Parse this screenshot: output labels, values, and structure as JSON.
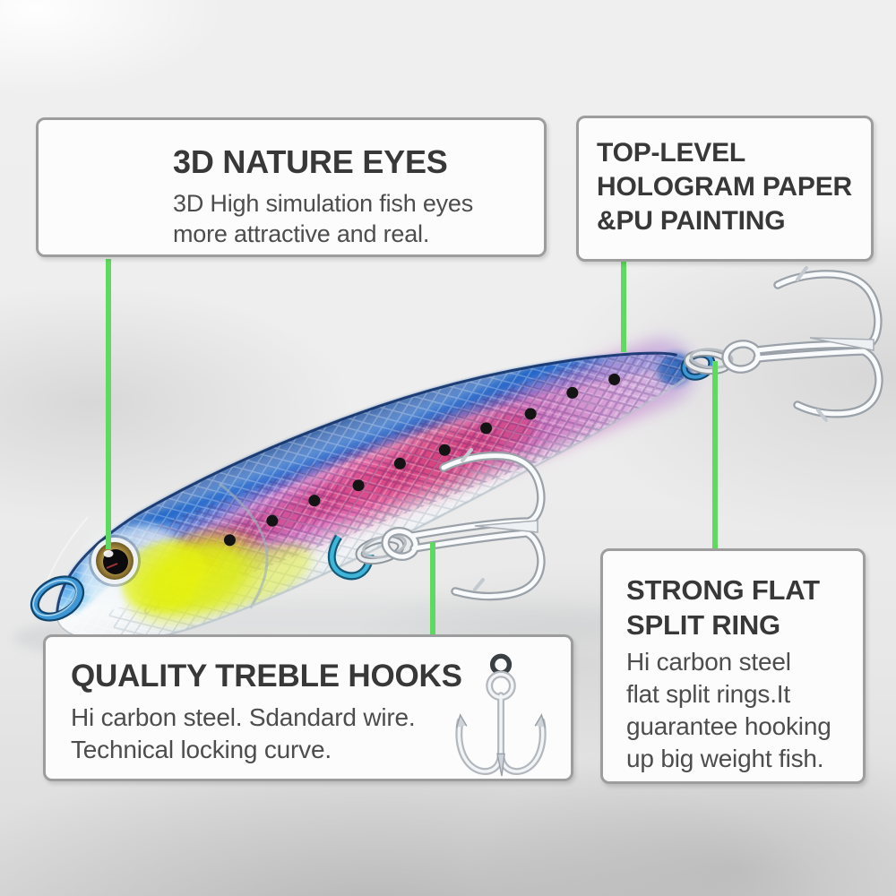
{
  "callouts": {
    "nature_eyes": {
      "title": "3D NATURE EYES",
      "body": [
        "3D High simulation fish eyes",
        "more attractive and real."
      ]
    },
    "hologram": {
      "title_lines": [
        "TOP-LEVEL",
        "HOLOGRAM PAPER",
        "&PU PAINTING"
      ]
    },
    "treble_hooks": {
      "title": "QUALITY TREBLE HOOKS",
      "body": [
        "Hi carbon steel. Sdandard wire.",
        "Technical locking curve."
      ]
    },
    "split_ring": {
      "title_lines": [
        "STRONG FLAT",
        "SPLIT RING"
      ],
      "body": [
        "Hi carbon steel",
        "flat split rings.It",
        "guarantee hooking",
        "up big weight fish."
      ]
    }
  },
  "colors": {
    "callout_line_green": "#5fd95f",
    "box_border": "#9d9d9d",
    "box_background": "#fcfcfc",
    "title_text": "#383838",
    "body_text": "#4d4d4d",
    "lure_back_blue": "#1a63c8",
    "lure_band_pink": "#e0559c",
    "lure_cheek_yellow": "#dcec14",
    "lure_belly_white": "#f8fafb",
    "spot_black": "#141414",
    "hook_wire_light": "#f8fafb",
    "hook_wire_edge": "#9aa1a8",
    "split_ring_silver": "#8f969c",
    "hanger_blue": "#3e97d4"
  }
}
